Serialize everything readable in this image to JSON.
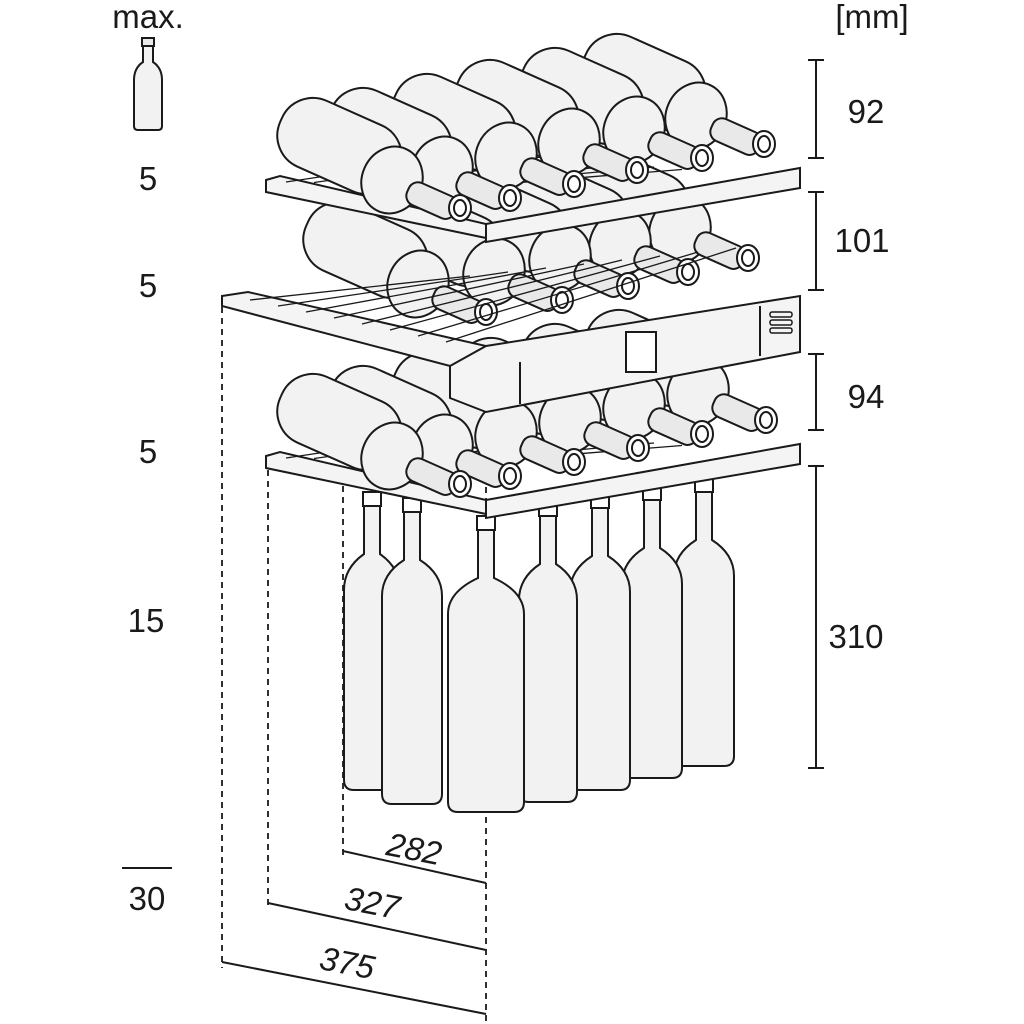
{
  "header": {
    "max_label": "max.",
    "unit_label": "[mm]"
  },
  "capacity": {
    "shelf_1": "5",
    "shelf_2": "5",
    "shelf_3": "5",
    "bottom": "15",
    "total": "30"
  },
  "heights": {
    "shelf_1": "92",
    "shelf_2": "101",
    "shelf_3": "94",
    "bottom": "310"
  },
  "depths": {
    "inner": "282",
    "middle": "327",
    "outer": "375"
  },
  "icons": {
    "bottle": "bottle-icon"
  }
}
